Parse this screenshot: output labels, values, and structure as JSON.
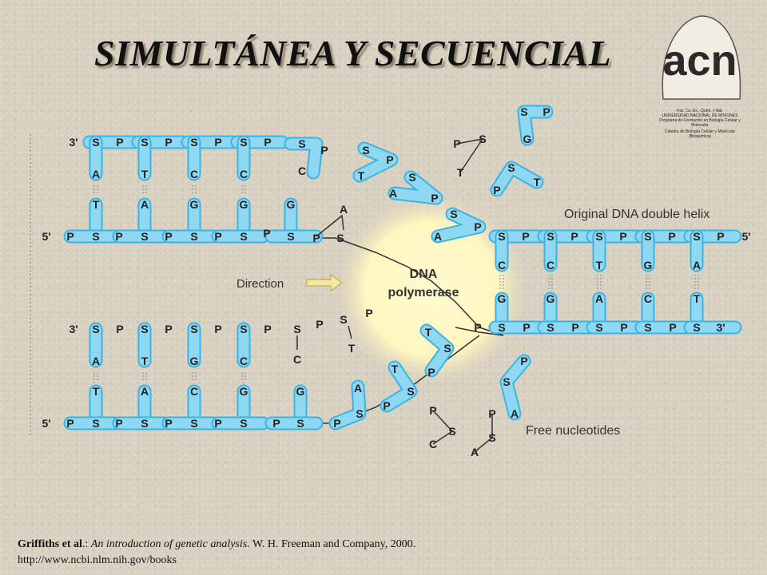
{
  "title": "SIMULTÁNEA Y SECUENCIAL",
  "logo": {
    "letters": "acn",
    "lines": [
      "Fac. Cs. Ex., Quím. y Nat.",
      "UNIVERSIDAD NACIONAL DE MISIONES",
      "Programa de Formación en Biología Celular y",
      "Molecular",
      "Cátedra de Biología Celular y Molecular",
      "(Bioquímica)"
    ]
  },
  "diagram": {
    "labels": {
      "direction": "Direction",
      "polymerase_line1": "DNA",
      "polymerase_line2": "polymerase",
      "original_helix": "Original DNA double helix",
      "free_nucleotides": "Free nucleotides",
      "end_3": "3'",
      "end_5": "5'"
    },
    "strand_letters": {
      "sugar": "S",
      "phosphate": "P"
    },
    "original_top_bases": [
      "C",
      "C",
      "T",
      "G",
      "A"
    ],
    "original_bottom_bases": [
      "G",
      "G",
      "A",
      "C",
      "T"
    ],
    "upper_daughter_top_bases": [
      "A",
      "T",
      "C",
      "C",
      "C",
      "T",
      "A",
      "A"
    ],
    "upper_daughter_bottom_bases": [
      "T",
      "A",
      "G",
      "G",
      "G",
      "A"
    ],
    "lower_daughter_top_bases": [
      "A",
      "T",
      "G",
      "C",
      "C"
    ],
    "lower_daughter_bottom_bases": [
      "T",
      "A",
      "C",
      "G",
      "G",
      "A",
      "T",
      "T"
    ],
    "free_nucleotide_bases": [
      "G",
      "T",
      "T",
      "A",
      "C",
      "A"
    ],
    "colors": {
      "backbone_fill": "#8fd8f4",
      "backbone_stroke": "#3ab4e0",
      "polymerase_glow": "#fffbd0"
    }
  },
  "citation": {
    "author": "Griffiths et al",
    "separator": ".: ",
    "book": "An introduction of genetic analysis.",
    "publisher": " W. H. Freeman and Company, 2000.",
    "url": "http://www.ncbi.nlm.nih.gov/books"
  }
}
